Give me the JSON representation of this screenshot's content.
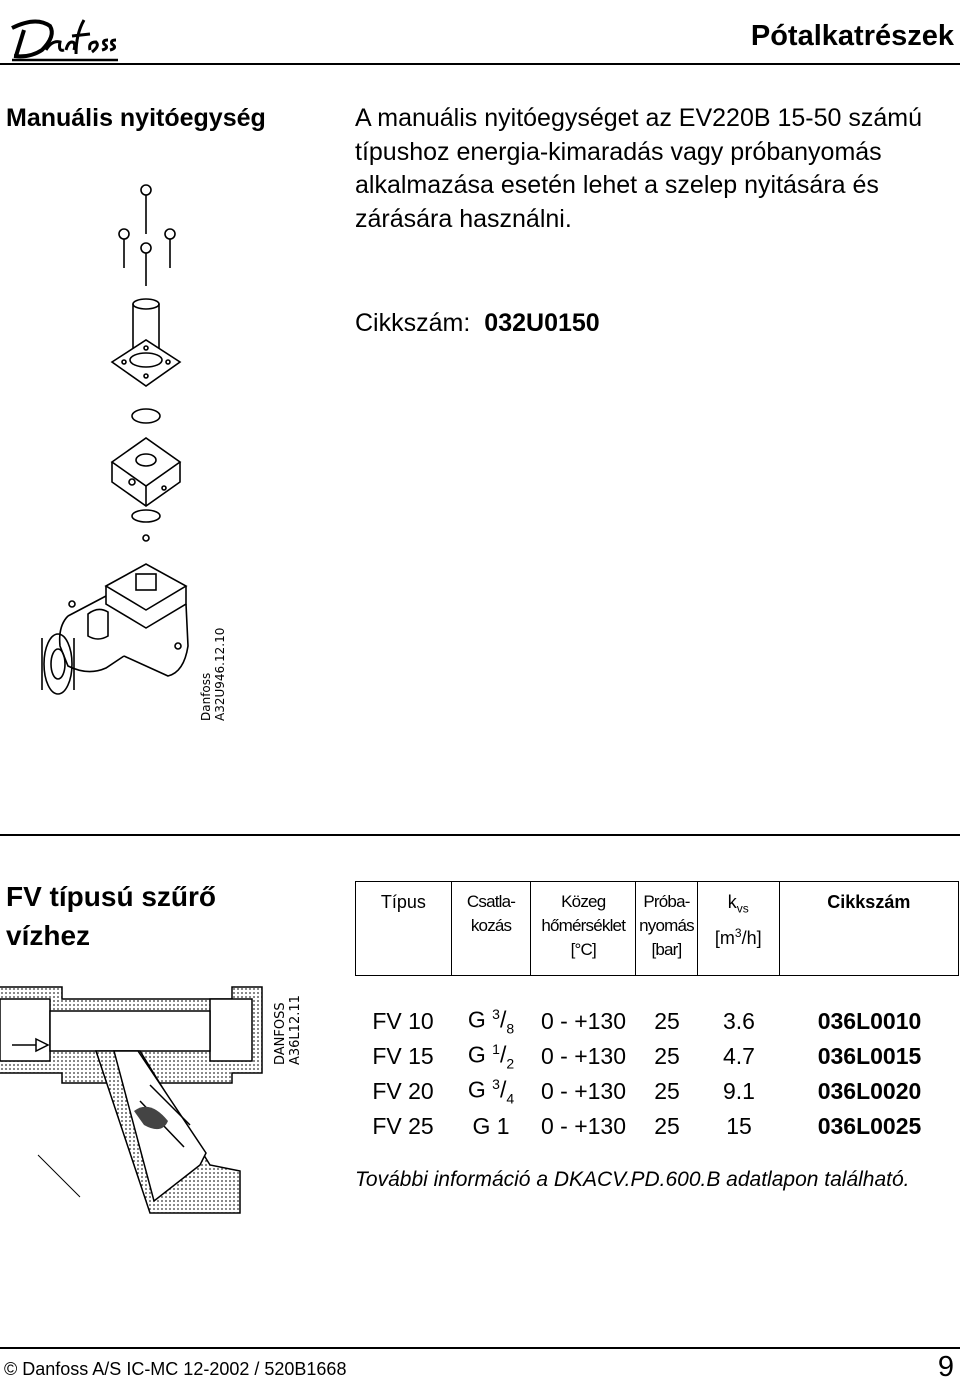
{
  "brand": "Danfoss",
  "page_title": "Pótalkatrészek",
  "manual_opener": {
    "title": "Manuális nyitóegység",
    "description": "A manuális nyitóegységet az EV220B 15-50 számú típushoz energia-kimaradás vagy próbanyomás alkalmazása esetén lehet a szelep nyitására és zárására használni.",
    "article_label": "Cikkszám:",
    "article_value": "032U0150",
    "drawing_ref_line1": "Danfoss",
    "drawing_ref_line2": "A32U946.12.10"
  },
  "filter": {
    "title": "FV típusú szűrő vízhez",
    "drawing_ref_line1": "DANFOSS",
    "drawing_ref_line2": "A36L12.11",
    "headers": {
      "type": "Típus",
      "connection": [
        "Csatla-",
        "kozás"
      ],
      "medium_temp": [
        "Közeg",
        "hőmérséklet",
        "[°C]"
      ],
      "test_pressure": [
        "Próba-",
        "nyomás",
        "[bar]"
      ],
      "kvs": [
        "k",
        "vs",
        "[m",
        "3",
        "/h]"
      ],
      "article": "Cikkszám"
    },
    "rows": [
      {
        "type": "FV 10",
        "conn_base": "G",
        "conn_num": "3",
        "conn_den": "8",
        "temp": "0 - +130",
        "pressure": "25",
        "kvs": "3.6",
        "article": "036L0010"
      },
      {
        "type": "FV 15",
        "conn_base": "G",
        "conn_num": "1",
        "conn_den": "2",
        "temp": "0 - +130",
        "pressure": "25",
        "kvs": "4.7",
        "article": "036L0015"
      },
      {
        "type": "FV 20",
        "conn_base": "G",
        "conn_num": "3",
        "conn_den": "4",
        "temp": "0 - +130",
        "pressure": "25",
        "kvs": "9.1",
        "article": "036L0020"
      },
      {
        "type": "FV 25",
        "conn_base": "G 1",
        "conn_num": "",
        "conn_den": "",
        "temp": "0 - +130",
        "pressure": "25",
        "kvs": "15",
        "article": "036L0025"
      }
    ],
    "footnote": "További információ a DKACV.PD.600.B adatlapon található."
  },
  "footer": {
    "left": "© Danfoss A/S IC-MC 12-2002 / 520B1668",
    "page_number": "9"
  }
}
